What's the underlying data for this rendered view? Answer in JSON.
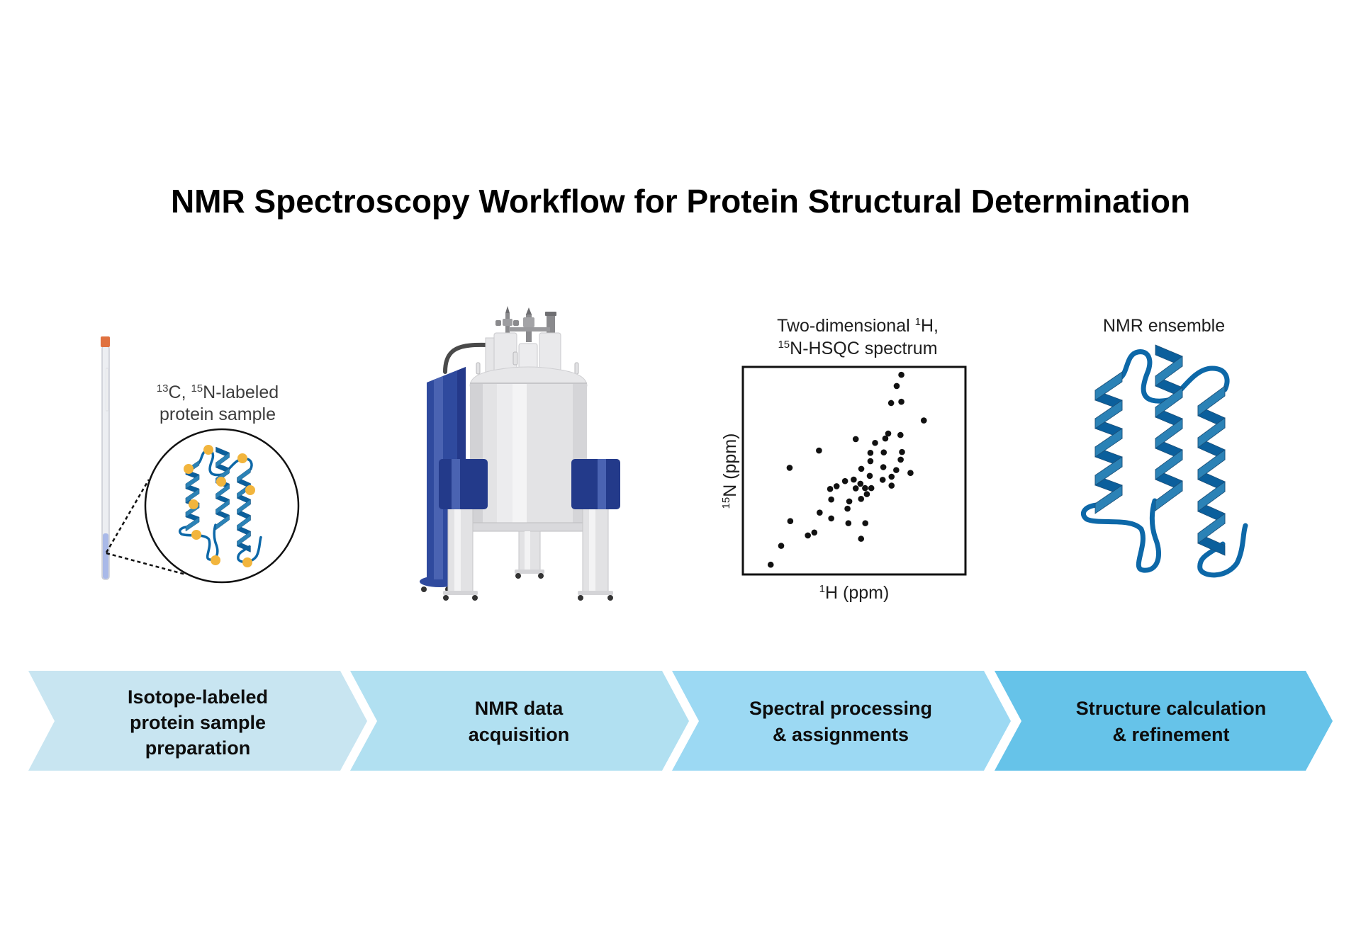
{
  "title": "NMR Spectroscopy Workflow for Protein Structural Determination",
  "sample_label": {
    "line1_sup1": "13",
    "line1_text1": "C, ",
    "line1_sup2": "15",
    "line1_text2": "N-labeled",
    "line2": "protein sample"
  },
  "ensemble_label": "NMR ensemble",
  "steps": [
    {
      "lines": [
        "Isotope-labeled",
        "protein sample",
        "preparation"
      ],
      "color": "#c8e5f1"
    },
    {
      "lines": [
        "NMR data",
        "acquisition"
      ],
      "color": "#b1e0f1"
    },
    {
      "lines": [
        "Spectral processing",
        "& assignments"
      ],
      "color": "#9cd9f3"
    },
    {
      "lines": [
        "Structure calculation",
        "& refinement"
      ],
      "color": "#66c3e9"
    }
  ],
  "colors": {
    "protein_ribbon": "#0d68a8",
    "label_dot": "#f2b53d",
    "tube_cap": "#e0713f",
    "tube_liquid": "#a9b9e8",
    "magnet_blue": "#2f4a9e",
    "magnet_body": "#e3e3e5"
  },
  "chart_data": {
    "type": "scatter",
    "title": {
      "line1_text": "Two-dimensional ",
      "line1_sup": "1",
      "line1_tail": "H,",
      "line2_sup": "15",
      "line2_text": "N-HSQC spectrum"
    },
    "xlabel": {
      "sup": "1",
      "text": "H (ppm)"
    },
    "ylabel": {
      "sup": "15",
      "text": "N (ppm)"
    },
    "units": "relative (axes unlabeled, no ticks)",
    "x_range": [
      0,
      100
    ],
    "y_range": [
      0,
      100
    ],
    "grid": false,
    "points": [
      [
        71.2,
        96.2
      ],
      [
        69.1,
        90.8
      ],
      [
        66.6,
        82.6
      ],
      [
        71.2,
        83.2
      ],
      [
        81.3,
        74.2
      ],
      [
        65.3,
        67.9
      ],
      [
        64.0,
        65.5
      ],
      [
        70.8,
        67.2
      ],
      [
        50.7,
        65.2
      ],
      [
        59.4,
        63.4
      ],
      [
        34.2,
        59.7
      ],
      [
        57.3,
        58.6
      ],
      [
        63.3,
        58.8
      ],
      [
        71.5,
        59.0
      ],
      [
        70.9,
        55.3
      ],
      [
        57.3,
        54.6
      ],
      [
        21.0,
        51.4
      ],
      [
        53.2,
        50.9
      ],
      [
        63.1,
        51.7
      ],
      [
        68.9,
        50.3
      ],
      [
        75.3,
        48.9
      ],
      [
        57.0,
        47.5
      ],
      [
        66.8,
        47.1
      ],
      [
        45.9,
        45.0
      ],
      [
        49.8,
        45.7
      ],
      [
        62.8,
        45.6
      ],
      [
        52.8,
        43.7
      ],
      [
        42.1,
        42.5
      ],
      [
        39.2,
        41.2
      ],
      [
        50.7,
        41.5
      ],
      [
        54.9,
        41.6
      ],
      [
        57.7,
        41.6
      ],
      [
        66.8,
        42.8
      ],
      [
        55.7,
        38.7
      ],
      [
        39.7,
        36.1
      ],
      [
        53.1,
        36.4
      ],
      [
        47.8,
        35.2
      ],
      [
        47.0,
        31.7
      ],
      [
        34.5,
        29.8
      ],
      [
        39.7,
        27.0
      ],
      [
        21.3,
        25.7
      ],
      [
        47.4,
        24.7
      ],
      [
        55.0,
        24.7
      ],
      [
        32.1,
        20.2
      ],
      [
        29.2,
        18.8
      ],
      [
        53.1,
        17.2
      ],
      [
        17.2,
        13.8
      ],
      [
        12.5,
        4.7
      ]
    ]
  }
}
